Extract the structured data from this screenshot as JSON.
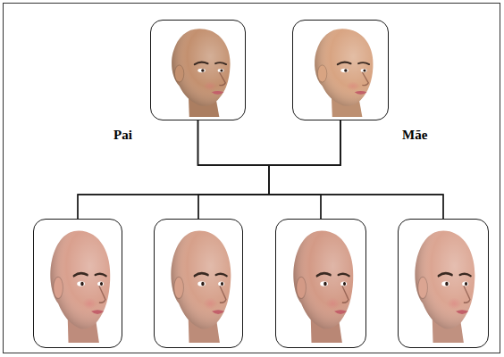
{
  "diagram": {
    "nodes": [
      {
        "text": [
          "Pai"
        ]
      },
      {
        "text": [
          "Mãe"
        ]
      },
      {
        "text": []
      },
      {
        "text": []
      },
      {
        "text": []
      },
      {
        "text": []
      }
    ],
    "edges": [
      {
        "from": 0,
        "to": 2,
        "arrow": "none"
      },
      {
        "from": 0,
        "to": 3,
        "arrow": "none"
      },
      {
        "from": 0,
        "to": 4,
        "arrow": "none"
      },
      {
        "from": 0,
        "to": 5,
        "arrow": "none"
      },
      {
        "from": 1,
        "to": 2,
        "arrow": "none"
      },
      {
        "from": 1,
        "to": 3,
        "arrow": "none"
      },
      {
        "from": 1,
        "to": 4,
        "arrow": "none"
      },
      {
        "from": 1,
        "to": 5,
        "arrow": "none"
      }
    ]
  }
}
